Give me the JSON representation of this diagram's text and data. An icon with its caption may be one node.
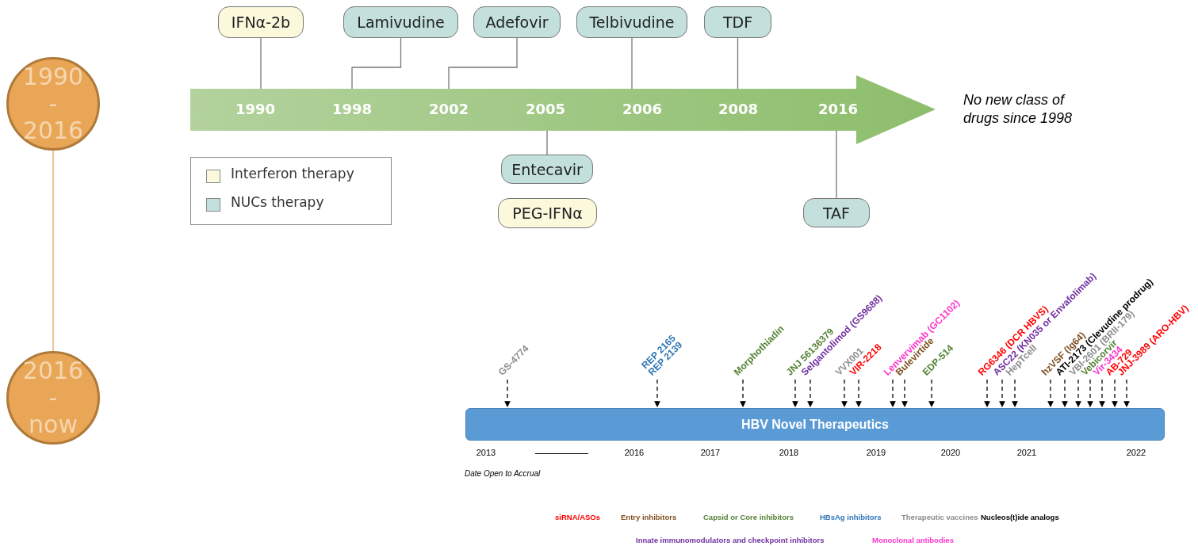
{
  "diagram": {
    "nodes": [
      {
        "text": [
          "1990 - 2016"
        ]
      },
      {
        "text": [
          "2016 - now"
        ]
      },
      {
        "text": [
          "1990",
          "1998",
          "2002",
          "2005",
          "2006",
          "2008",
          "2016"
        ]
      },
      {
        "text": [
          "IFNα-2b"
        ]
      },
      {
        "text": [
          "Lamivudine"
        ]
      },
      {
        "text": [
          "Adefovir"
        ]
      },
      {
        "text": [
          "Telbivudine"
        ]
      },
      {
        "text": [
          "TDF"
        ]
      },
      {
        "text": [
          "Entecavir"
        ]
      },
      {
        "text": [
          "PEG-IFNα"
        ]
      },
      {
        "text": [
          "TAF"
        ]
      },
      {
        "text": [
          "HBV Novel Therapeutics"
        ]
      },
      {
        "text": [
          "GS-4774"
        ]
      },
      {
        "text": [
          "REP 2165",
          "REP 2139"
        ]
      },
      {
        "text": [
          "Morphothiadin"
        ]
      },
      {
        "text": [
          "JNJ 56136379"
        ]
      },
      {
        "text": [
          "Selgantolimod (GS9688)"
        ]
      },
      {
        "text": [
          "VVX001"
        ]
      },
      {
        "text": [
          "VIR-2218"
        ]
      },
      {
        "text": [
          "Lenvervimab (GC1102)"
        ]
      },
      {
        "text": [
          "Bulevirtide"
        ]
      },
      {
        "text": [
          "EDP-514"
        ]
      },
      {
        "text": [
          "RG6346 (DCR HBVS)"
        ]
      },
      {
        "text": [
          "ASC22 (KN035 or Envafolimab)"
        ]
      },
      {
        "text": [
          "HepTcell"
        ]
      },
      {
        "text": [
          "hzVSF (Ig64)"
        ]
      },
      {
        "text": [
          "ATI-2173 (Clevudine prodrug)"
        ]
      },
      {
        "text": [
          "VBI-2601 (BRII-179)"
        ]
      },
      {
        "text": [
          "Vebicorvir"
        ]
      },
      {
        "text": [
          "Vir-3434"
        ]
      },
      {
        "text": [
          "AB-729"
        ]
      },
      {
        "text": [
          "JNJ-3989 (ARO-HBV)"
        ]
      }
    ],
    "edges": [
      {
        "from": 0,
        "to": 1,
        "arrow": "none",
        "color": "#e8a656"
      },
      {
        "from": 3,
        "to": 2,
        "arrow": "none",
        "color": "#777777"
      },
      {
        "from": 4,
        "to": 2,
        "arrow": "none",
        "color": "#777777"
      },
      {
        "from": 5,
        "to": 2,
        "arrow": "none",
        "color": "#777777"
      },
      {
        "from": 6,
        "to": 2,
        "arrow": "none",
        "color": "#777777"
      },
      {
        "from": 7,
        "to": 2,
        "arrow": "none",
        "color": "#777777"
      },
      {
        "from": 2,
        "to": 8,
        "arrow": "none",
        "color": "#777777"
      },
      {
        "from": 2,
        "to": 10,
        "arrow": "none",
        "color": "#777777"
      },
      {
        "from": 12,
        "to": 11,
        "arrow": "to",
        "style": "dashed"
      },
      {
        "from": 13,
        "to": 11,
        "arrow": "to",
        "style": "dashed"
      },
      {
        "from": 14,
        "to": 11,
        "arrow": "to",
        "style": "dashed"
      },
      {
        "from": 15,
        "to": 11,
        "arrow": "to",
        "style": "dashed"
      },
      {
        "from": 16,
        "to": 11,
        "arrow": "to",
        "style": "dashed"
      },
      {
        "from": 17,
        "to": 11,
        "arrow": "to",
        "style": "dashed"
      },
      {
        "from": 18,
        "to": 11,
        "arrow": "to",
        "style": "dashed"
      },
      {
        "from": 19,
        "to": 11,
        "arrow": "to",
        "style": "dashed"
      },
      {
        "from": 20,
        "to": 11,
        "arrow": "to",
        "style": "dashed"
      },
      {
        "from": 21,
        "to": 11,
        "arrow": "to",
        "style": "dashed"
      },
      {
        "from": 22,
        "to": 11,
        "arrow": "to",
        "style": "dashed"
      },
      {
        "from": 23,
        "to": 11,
        "arrow": "to",
        "style": "dashed"
      },
      {
        "from": 24,
        "to": 11,
        "arrow": "to",
        "style": "dashed"
      },
      {
        "from": 25,
        "to": 11,
        "arrow": "to",
        "style": "dashed"
      },
      {
        "from": 26,
        "to": 11,
        "arrow": "to",
        "style": "dashed"
      },
      {
        "from": 27,
        "to": 11,
        "arrow": "to",
        "style": "dashed"
      },
      {
        "from": 28,
        "to": 11,
        "arrow": "to",
        "style": "dashed"
      },
      {
        "from": 29,
        "to": 11,
        "arrow": "to",
        "style": "dashed"
      },
      {
        "from": 30,
        "to": 11,
        "arrow": "to",
        "style": "dashed"
      },
      {
        "from": 31,
        "to": 11,
        "arrow": "to",
        "style": "dashed"
      }
    ],
    "labels": [
      "No new class of drugs since 1998",
      "2013",
      "2016",
      "2017",
      "2018",
      "2019",
      "2020",
      "2021",
      "2022",
      "Date Open to Accrual"
    ],
    "legend": [
      {
        "text": "Interferon therapy",
        "color": "#fbf8dc"
      },
      {
        "text": "NUCs therapy",
        "color": "#c3e0dc"
      },
      {
        "text": "siRNA/ASOs",
        "color": "#ff0000"
      },
      {
        "text": "Entry inhibitors",
        "color": "#7f4f21"
      },
      {
        "text": "Capsid or Core inhibitors",
        "color": "#548235"
      },
      {
        "text": "HBsAg inhibitors",
        "color": "#2e75b6"
      },
      {
        "text": "Therapeutic vaccines",
        "color": "#8c8c8c"
      },
      {
        "text": "Nucleos(t)ide analogs",
        "color": "#000000"
      },
      {
        "text": "Innate immunomodulators and checkpoint inhibitors",
        "color": "#7030a0"
      },
      {
        "text": "Monoclonal antibodies",
        "color": "#ff33cc"
      }
    ]
  }
}
